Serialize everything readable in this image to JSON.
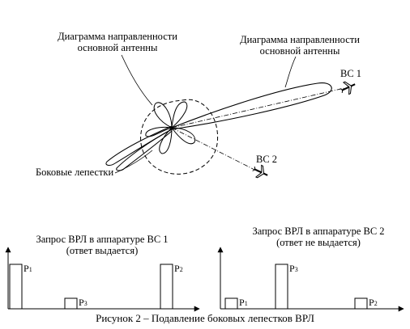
{
  "diagram": {
    "label_main_antenna_left_line1": "Диаграмма направленности",
    "label_main_antenna_left_line2": "основной антенны",
    "label_main_antenna_right_line1": "Диаграмма направленности",
    "label_main_antenna_right_line2": "основной антенны",
    "label_side_lobes": "Боковые лепестки",
    "aircraft_1": "ВС 1",
    "aircraft_2": "ВС 2"
  },
  "charts": {
    "left": {
      "title_line1": "Запрос ВРЛ в аппаратуре ВС 1",
      "title_line2": "(ответ выдается)",
      "pulses": [
        {
          "name": "P",
          "sub": "1",
          "level": 0.86
        },
        {
          "name": "P",
          "sub": "3",
          "level": 0.2
        },
        {
          "name": "P",
          "sub": "2",
          "level": 0.86
        }
      ]
    },
    "right": {
      "title_line1": "Запрос ВРЛ  в аппаратуре ВС 2",
      "title_line2": "(ответ не выдается)",
      "pulses": [
        {
          "name": "P",
          "sub": "1",
          "level": 0.2
        },
        {
          "name": "P",
          "sub": "3",
          "level": 0.86
        },
        {
          "name": "P",
          "sub": "2",
          "level": 0.2
        }
      ]
    }
  },
  "caption": "Рисунок 2 – Подавление боковых лепестков ВРЛ"
}
